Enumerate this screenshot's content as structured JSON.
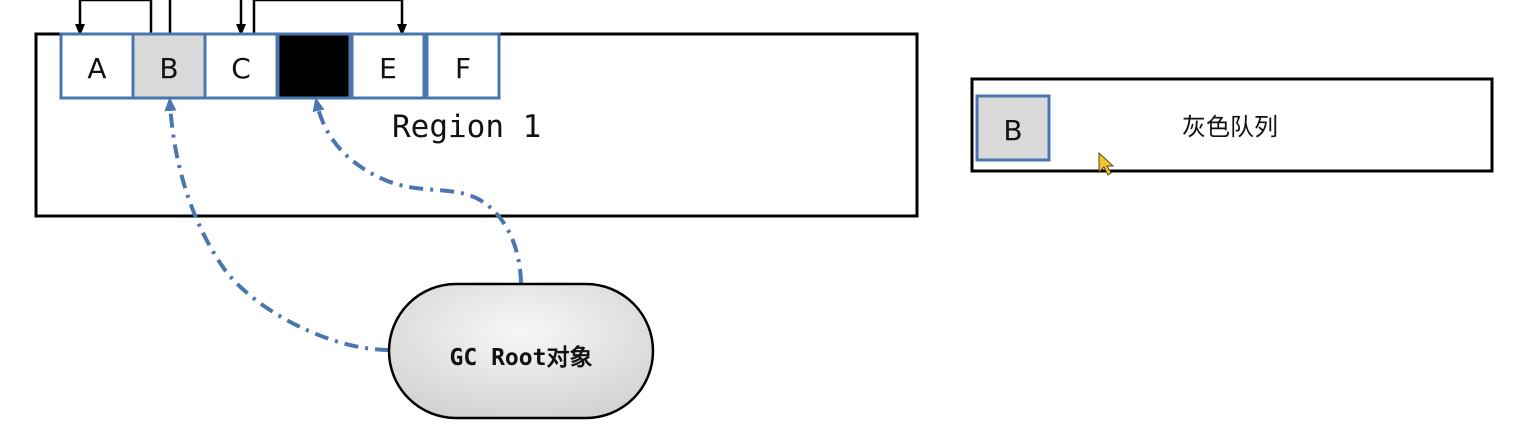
{
  "region": {
    "label": "Region 1",
    "cells": [
      {
        "label": "A",
        "state": "white"
      },
      {
        "label": "B",
        "state": "gray"
      },
      {
        "label": "C",
        "state": "white"
      },
      {
        "label": "",
        "state": "black"
      },
      {
        "label": "E",
        "state": "white"
      },
      {
        "label": "F",
        "state": "white"
      }
    ]
  },
  "gc_root": {
    "label": "GC Root对象"
  },
  "gray_queue": {
    "title": "灰色队列",
    "items": [
      "B"
    ]
  },
  "colors": {
    "cell_border": "#4a76b0",
    "gray_fill": "#d9d9d9",
    "black_fill": "#000000",
    "reference_line": "#4a76b0",
    "frame": "#000000"
  }
}
